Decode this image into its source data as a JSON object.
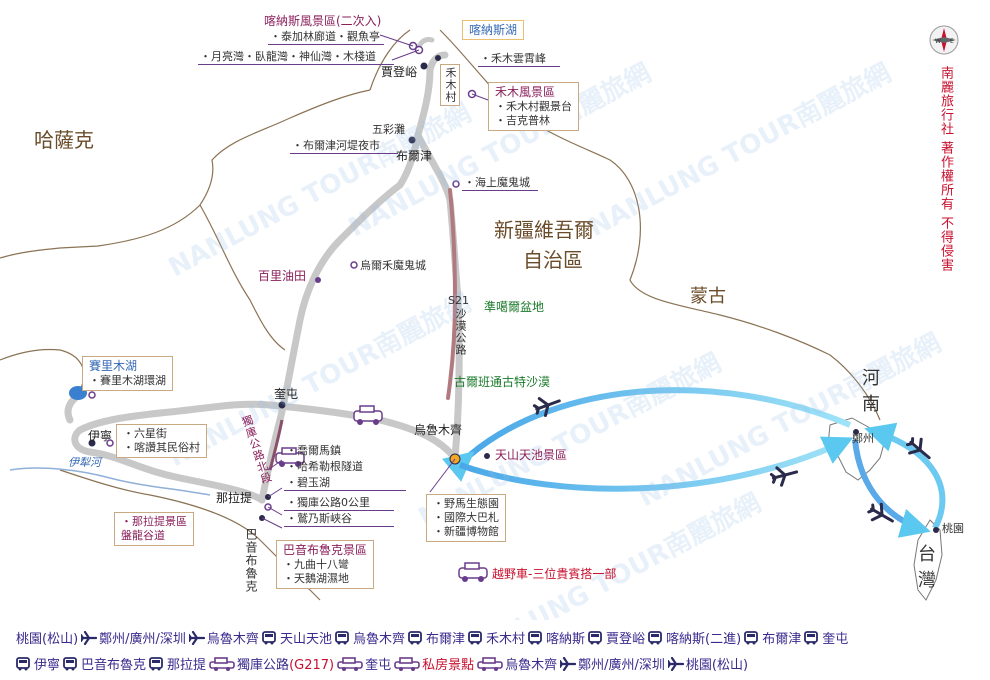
{
  "countries": {
    "kazakhstan": "哈薩克",
    "mongolia": "蒙古",
    "xinjiang_l1": "新疆維吾爾",
    "xinjiang_l2": "自治區",
    "henan_l1": "河",
    "henan_l2": "南",
    "taiwan_l1": "台",
    "taiwan_l2": "灣"
  },
  "copyright": "南麗旅行社 著作權所有 不得侵害",
  "watermark": "NANLUNG TOUR南麗旅網",
  "places": {
    "kanas_lake": "喀納斯湖",
    "kanas_scenic_title": "喀納斯風景區(二次入)",
    "kanas_scenic_sub1": "・泰加林廊道・觀魚亭",
    "kanas_scenic_sub2": "・月亮灣・臥龍灣・神仙灣・木棧道",
    "hemu_peak": "・禾木雲霄峰",
    "jiadengyu": "賈登峪",
    "hemu_village": "禾木村",
    "hemu_scenic_title": "禾木風景區",
    "hemu_scenic_sub1": "・禾木村觀景台",
    "hemu_scenic_sub2": "・吉克普林",
    "wucaitan": "五彩灘",
    "burqin_market": "・布爾津河堤夜市",
    "burqin": "布爾津",
    "haishang_ghost_city": "・海上魔鬼城",
    "baili_oilfield": "百里油田",
    "urho_ghost_city": "烏爾禾魔鬼城",
    "s21_code": "S21",
    "s21_name": "沙漠公路",
    "junggar_basin": "準噶爾盆地",
    "gurbantunggut": "古爾班通古特沙漠",
    "sayram_title": "賽里木湖",
    "sayram_sub": "・賽里木湖環湖",
    "kuitun": "奎屯",
    "duku_road": "獨庫公路北段",
    "urumqi": "烏魯木齊",
    "tianshan_tianchi": "天山天池景區",
    "yining": "伊寧",
    "yining_sub1": "・六星街",
    "yining_sub2": "・喀讚其民俗村",
    "yili_river": "伊犁河",
    "qiao_er_ma": "・喬爾馬鎮",
    "haxigen_tunnel": "・哈希勒根隧道",
    "biyu_lake": "・碧玉湖",
    "nalati": "那拉提",
    "duku_km0": "・獨庫公路0公里",
    "jingnaisi_gorge": "・鷲乃斯峽谷",
    "nalati_box_l1": "・那拉提景區",
    "nalati_box_l2": "盤龍谷道",
    "bayanbulak_vert": "巴音布魯克",
    "bayanbulak_title": "巴音布魯克景區",
    "bayanbulak_sub1": "・九曲十八彎",
    "bayanbulak_sub2": "・天鵝湖濕地",
    "yema_park": "・野馬生態園",
    "grand_bazaar": "・國際大巴札",
    "xinjiang_museum": "・新疆博物館",
    "zhengzhou": "鄭州",
    "taoyuan": "桃園",
    "offroad_note": "越野車-三位貴賓搭一部"
  },
  "legend": {
    "row1": [
      {
        "icon": "none",
        "text": "桃園(松山)"
      },
      {
        "icon": "plane-icon",
        "text": "鄭州/廣州/深圳"
      },
      {
        "icon": "plane-icon",
        "text": "烏魯木齊"
      },
      {
        "icon": "bus-icon",
        "text": "天山天池"
      },
      {
        "icon": "bus-icon",
        "text": "烏魯木齊"
      },
      {
        "icon": "bus-icon",
        "text": "布爾津"
      },
      {
        "icon": "bus-icon",
        "text": "禾木村"
      },
      {
        "icon": "bus-icon",
        "text": "喀納斯"
      },
      {
        "icon": "bus-icon",
        "text": "賈登峪"
      },
      {
        "icon": "bus-icon",
        "text": "喀納斯(二進)"
      },
      {
        "icon": "bus-icon",
        "text": "布爾津"
      },
      {
        "icon": "bus-icon",
        "text": "奎屯"
      }
    ],
    "row2": [
      {
        "icon": "bus-icon",
        "text": "伊寧"
      },
      {
        "icon": "bus-icon",
        "text": "巴音布魯克"
      },
      {
        "icon": "bus-icon",
        "text": "那拉提"
      },
      {
        "icon": "jeep-icon",
        "text": "獨庫公路",
        "hl": "(G217)"
      },
      {
        "icon": "jeep-icon",
        "text": "奎屯"
      },
      {
        "icon": "jeep-icon",
        "text": "私房景點",
        "hltext": true
      },
      {
        "icon": "jeep-icon",
        "text": "烏魯木齊"
      },
      {
        "icon": "plane-icon",
        "text": "鄭州/廣州/深圳"
      },
      {
        "icon": "plane-icon",
        "text": "桃園(松山)"
      }
    ]
  },
  "colors": {
    "route_gray": "#c8c8c8",
    "border_brown": "#8b7355",
    "flight_blue": "#5bc8f0",
    "s21_road": "#b07a80",
    "label_purple": "#6a3d8c",
    "red": "#c8102e"
  }
}
